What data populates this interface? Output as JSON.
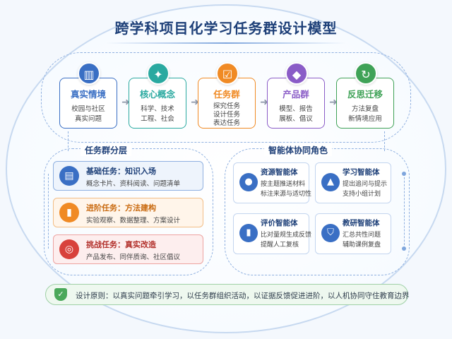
{
  "title": "跨学科项目化学习任务群设计模型",
  "flow": [
    {
      "title": "真实情境",
      "lines": [
        "校园与社区",
        "真实问题"
      ],
      "icon": "building-icon",
      "color": "#3a6fc4"
    },
    {
      "title": "核心概念",
      "lines": [
        "科学、技术",
        "工程、社会"
      ],
      "icon": "lightbulb-icon",
      "color": "#2aa9a0"
    },
    {
      "title": "任务群",
      "lines": [
        "探究任务",
        "设计任务",
        "表达任务"
      ],
      "icon": "clipboard-icon",
      "color": "#f08a24"
    },
    {
      "title": "产品群",
      "lines": [
        "模型、报告",
        "展板、倡议"
      ],
      "icon": "cube-icon",
      "color": "#8a5cc7"
    },
    {
      "title": "反思迁移",
      "lines": [
        "方法复盘",
        "新情境应用"
      ],
      "icon": "refresh-icon",
      "color": "#3fa257"
    }
  ],
  "tiers_section": {
    "title": "任务群分层",
    "items": [
      {
        "title": "基础任务：知识入场",
        "desc": "概念卡片、资料阅读、问题清单",
        "icon": "book-icon",
        "color": "#3a6fc4",
        "bg": "#eef4fc",
        "border": "#8fb0e0",
        "text_color": "#1d3f78"
      },
      {
        "title": "进阶任务：方法建构",
        "desc": "实验观察、数据整理、方案设计",
        "icon": "bar-chart-icon",
        "color": "#f08a24",
        "bg": "#fff5ea",
        "border": "#f3bd85",
        "text_color": "#c96a10"
      },
      {
        "title": "挑战任务：真实改造",
        "desc": "产品发布、同伴质询、社区倡议",
        "icon": "target-icon",
        "color": "#d8413b",
        "bg": "#fdeeee",
        "border": "#eda3a0",
        "text_color": "#b2302b"
      }
    ]
  },
  "agents_section": {
    "title": "智能体协同角色",
    "items": [
      {
        "title": "资源智能体",
        "lines": [
          "按主题推送材料",
          "标注来源与适切性"
        ],
        "icon": "user-icon"
      },
      {
        "title": "学习智能体",
        "lines": [
          "提出追问与提示",
          "支持小组计划"
        ],
        "icon": "graduation-cap-icon"
      },
      {
        "title": "评价智能体",
        "lines": [
          "比对量规生成反馈",
          "提醒人工复核"
        ],
        "icon": "bar-chart-icon"
      },
      {
        "title": "教研智能体",
        "lines": [
          "汇总共性问题",
          "辅助课例复盘"
        ],
        "icon": "shield-icon"
      }
    ]
  },
  "principle": {
    "text": "设计原则：以真实问题牵引学习，以任务群组织活动，以证据反馈促进进阶，以人机协同守住教育边界",
    "icon": "shield-check-icon"
  }
}
